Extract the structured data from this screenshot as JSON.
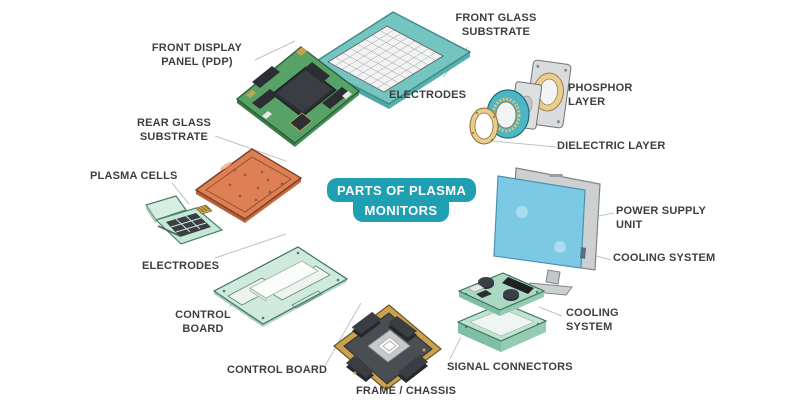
{
  "title": {
    "line1": "PARTS OF PLASMA",
    "line2": "MONITORS"
  },
  "labels": {
    "front_display_panel": "FRONT DISPLAY\nPANEL (PDP)",
    "front_glass_substrate": "FRONT GLASS\nSUBSTRATE",
    "electrodes_top": "ELECTRODES",
    "phosphor_layer": "PHOSPHOR\nLAYER",
    "dielectric_layer": "DIELECTRIC LAYER",
    "rear_glass_substrate": "REAR GLASS\nSUBSTRATE",
    "plasma_cells": "PLASMA CELLS",
    "power_supply_unit": "POWER SUPPLY\nUNIT",
    "cooling_system_right": "COOLING SYSTEM",
    "electrodes_left": "ELECTRODES",
    "control_board_left": "CONTROL\nBOARD",
    "control_board_bottom": "CONTROL BOARD",
    "frame_chassis": "FRAME / CHASSIS",
    "signal_connectors": "SIGNAL CONNECTORS",
    "cooling_system_bottom": "COOLING\nSYSTEM"
  },
  "colors": {
    "background": "#ffffff",
    "badge_teal": "#1f9fb2",
    "label_text": "#3e3e3e",
    "leader_line": "#c2c2c2",
    "glass_teal": "#74c4c0",
    "pcb_green": "#57a367",
    "copper_orange": "#dd8055",
    "mint_board": "#cfe9dc",
    "gold": "#c9a24f",
    "screen_blue": "#7cc9e6",
    "frame_gray": "#cdd0d1"
  }
}
